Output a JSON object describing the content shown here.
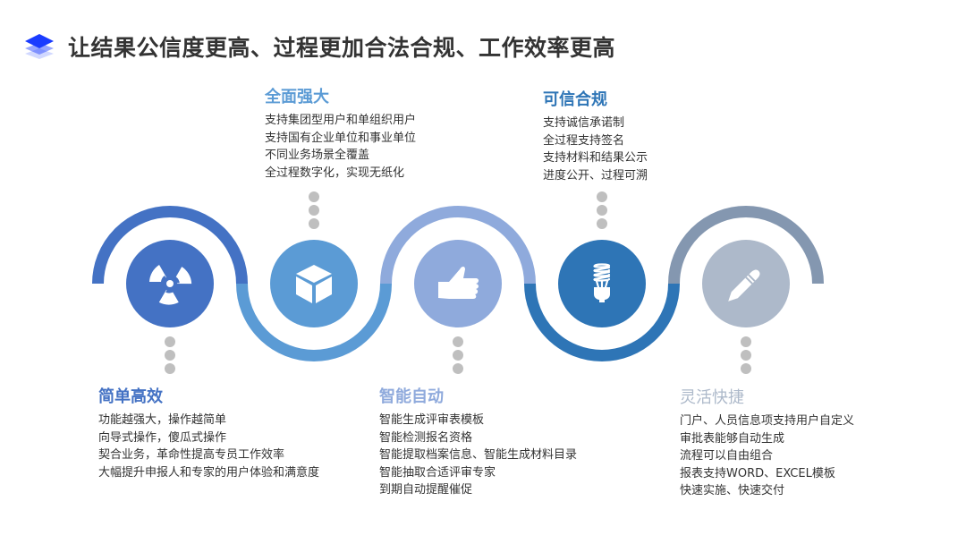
{
  "header": {
    "title": "让结果公信度更高、过程更加合法合规、工作效率更高",
    "logo_icon": "layers-icon",
    "logo_color": "#1a3cff"
  },
  "colors": {
    "node1": "#4472C4",
    "node2": "#5B9BD5",
    "node3": "#8FAADC",
    "node4": "#2E75B6",
    "node5": "#ADB9CA",
    "arc5": "#8497B0",
    "dots": "#BFBFBF",
    "body_text": "#333333"
  },
  "features": [
    {
      "title": "简单高效",
      "icon": "radiation-icon",
      "position": "bottom",
      "items": [
        "功能越强大，操作越简单",
        "向导式操作，傻瓜式操作",
        "契合业务，革命性提高专员工作效率",
        "大幅提升申报人和专家的用户体验和满意度"
      ]
    },
    {
      "title": "全面强大",
      "icon": "cube-icon",
      "position": "top",
      "items": [
        "支持集团型用户和单组织用户",
        "支持国有企业单位和事业单位",
        "不同业务场景全覆盖",
        "全过程数字化，实现无纸化"
      ]
    },
    {
      "title": "智能自动",
      "icon": "thumbs-up-icon",
      "position": "bottom",
      "items": [
        "智能生成评审表模板",
        "智能检测报名资格",
        "智能提取档案信息、智能生成材料目录",
        "智能抽取合适评审专家",
        "到期自动提醒催促"
      ]
    },
    {
      "title": "可信合规",
      "icon": "lightbulb-icon",
      "position": "top",
      "items": [
        "支持诚信承诺制",
        "全过程支持签名",
        "支持材料和结果公示",
        "进度公开、过程可溯"
      ]
    },
    {
      "title": "灵活快捷",
      "icon": "pencil-icon",
      "position": "bottom",
      "items": [
        "门户、人员信息项支持用户自定义",
        "审批表能够自动生成",
        "流程可以自由组合",
        "报表支持WORD、EXCEL模板",
        "快速实施、快速交付"
      ]
    }
  ]
}
